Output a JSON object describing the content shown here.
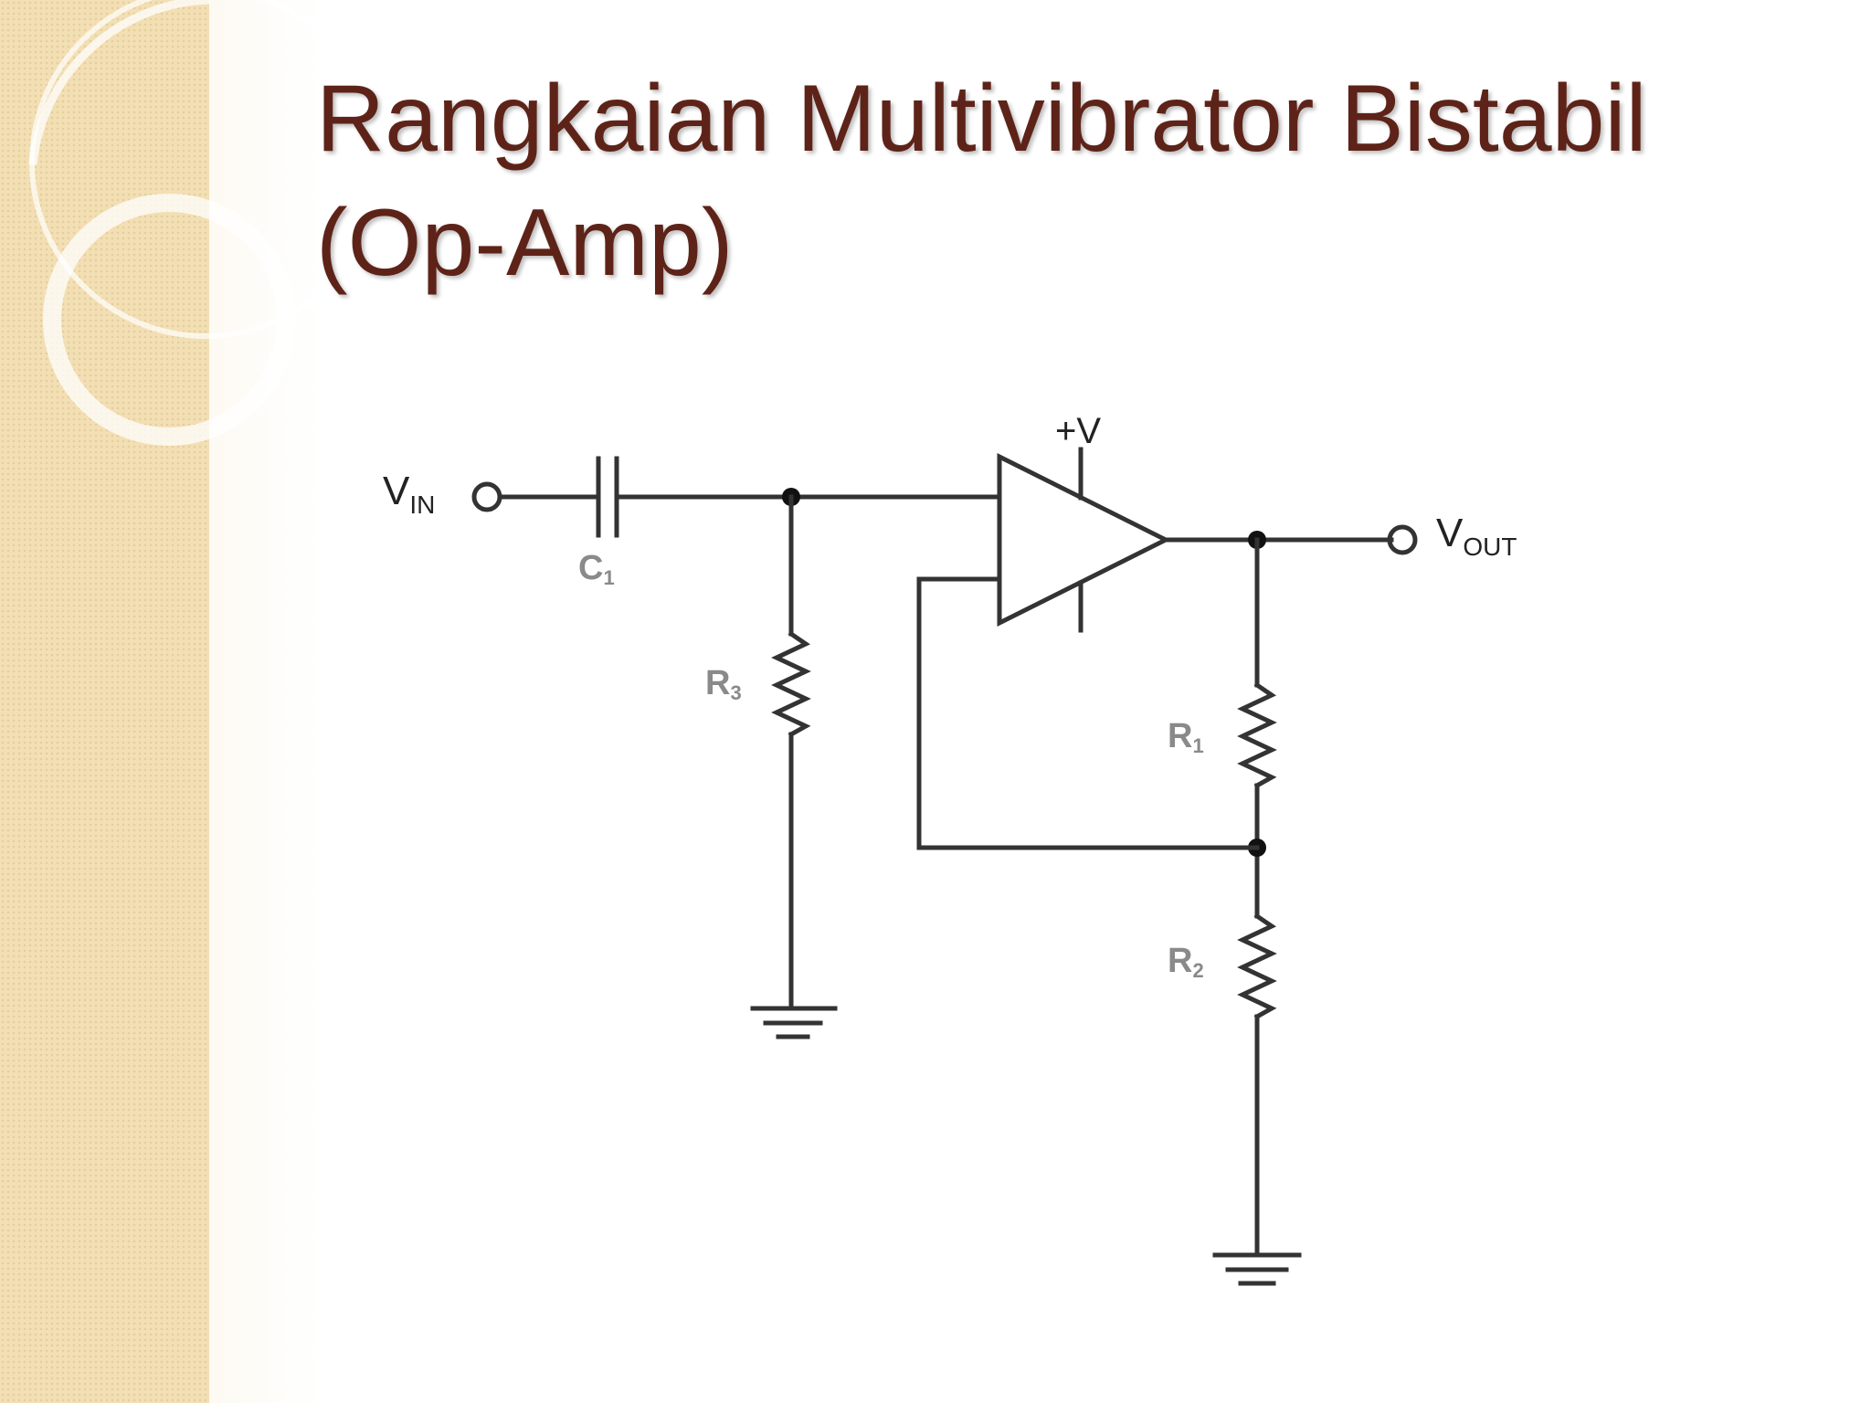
{
  "slide": {
    "title_line1": "Rangkaian Multivibrator Bistabil",
    "title_line2": "(Op-Amp)",
    "accent_color": "#5e2318",
    "sidebar_color": "#f3dfb4"
  },
  "circuit": {
    "vin": {
      "main": "V",
      "sub": "IN"
    },
    "vout": {
      "main": "V",
      "sub": "OUT"
    },
    "supply": "+V",
    "c1": {
      "main": "C",
      "sub": "1"
    },
    "r3": {
      "main": "R",
      "sub": "3"
    },
    "r1": {
      "main": "R",
      "sub": "1"
    },
    "r2": {
      "main": "R",
      "sub": "2"
    }
  }
}
